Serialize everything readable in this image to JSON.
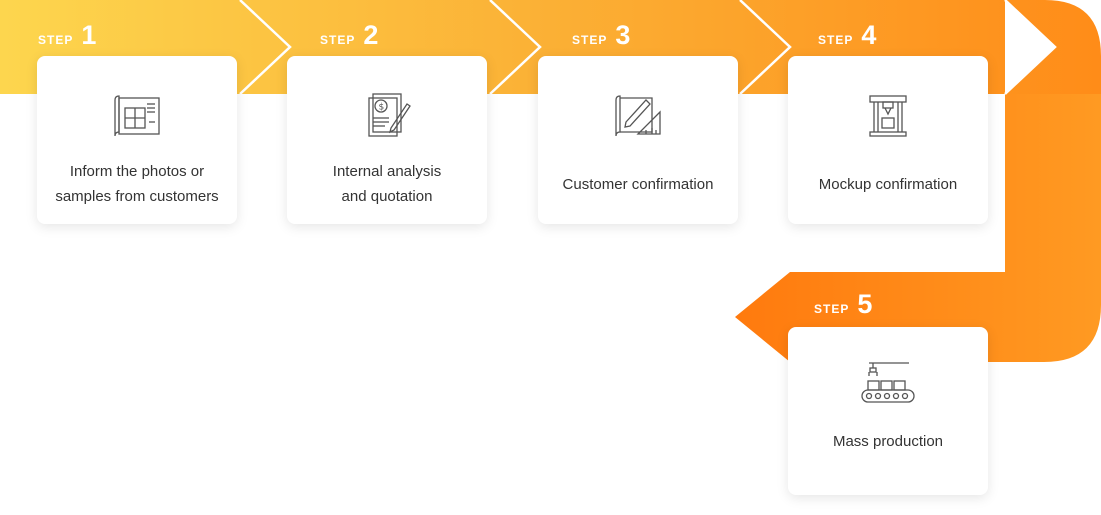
{
  "colors": {
    "band_start": "#FDD64E",
    "band_mid": "#FBB035",
    "band_end": "#FF8C18",
    "step5_arrow": "#FF7A0E",
    "card_text": "#333333",
    "icon_stroke": "#555555"
  },
  "steps": [
    {
      "word": "STEP",
      "number": "1",
      "icon": "blueprint-icon",
      "lines": [
        "Inform the photos or",
        "samples from customers"
      ]
    },
    {
      "word": "STEP",
      "number": "2",
      "icon": "invoice-dollar-icon",
      "lines": [
        "Internal analysis",
        "and quotation"
      ]
    },
    {
      "word": "STEP",
      "number": "3",
      "icon": "drafting-pencil-icon",
      "lines": [
        "Customer confirmation"
      ]
    },
    {
      "word": "STEP",
      "number": "4",
      "icon": "press-machine-icon",
      "lines": [
        "Mockup confirmation"
      ]
    },
    {
      "word": "STEP",
      "number": "5",
      "icon": "conveyor-belt-icon",
      "lines": [
        "Mass production"
      ]
    }
  ]
}
